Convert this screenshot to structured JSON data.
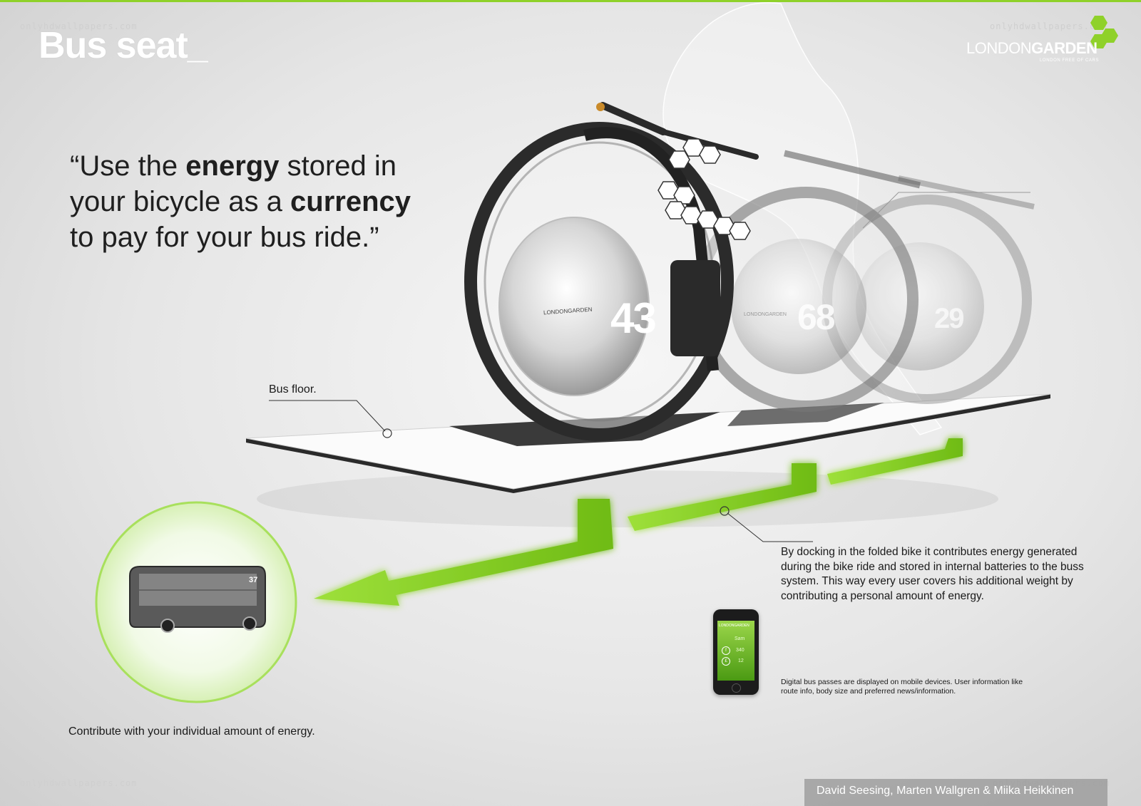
{
  "header": {
    "title": "Bus seat_",
    "watermark": "onlyhdwallpapers.com"
  },
  "brand": {
    "name_light": "LONDON",
    "name_bold": "GARDEN",
    "tagline": "LONDON FREE OF CARS"
  },
  "quote": {
    "part1": "“Use the ",
    "bold1": "energy",
    "part2": " stored in your bicycle as a ",
    "bold2": "currency",
    "part3": " to pay for your bus ride.”"
  },
  "labels": {
    "bus_floor": "Bus floor.",
    "docking_description": "By docking in the folded bike it contributes energy generated during the bike ride and stored in internal batteries to the buss system. This way every user covers his additional weight by contributing a personal amount of energy.",
    "digital_passes": "Digital bus passes are displayed on mobile devices. User information like route info, body size and preferred news/information.",
    "contribute": "Contribute with your individual amount of energy."
  },
  "bikes": {
    "energy_values": [
      "43",
      "68",
      "29"
    ],
    "hub_brand": "LONDONGARDEN"
  },
  "phone": {
    "brand": "LONDONGARDEN",
    "user": "Sam",
    "value1": "340",
    "value2": "12",
    "icon1": "f",
    "icon2": "£"
  },
  "bus": {
    "route_number": "37"
  },
  "credits": "David Seesing, Marten Wallgren & Miika Heikkinen",
  "colors": {
    "accent_green": "#8fd12a",
    "arrow_green": "#7cc520",
    "text_dark": "#1a1a1a"
  }
}
